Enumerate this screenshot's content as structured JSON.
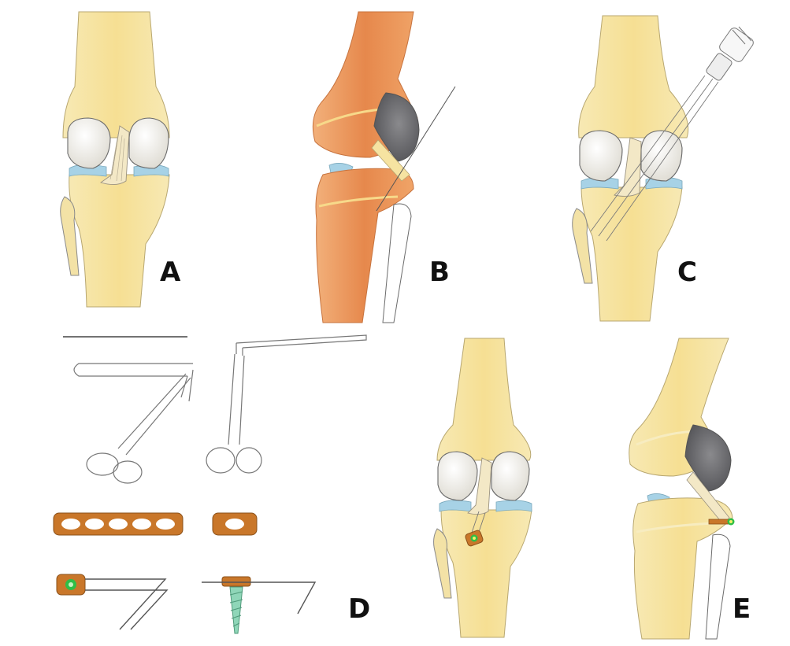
{
  "labels": {
    "a": "A",
    "b": "B",
    "c": "C",
    "d": "D",
    "e": "E"
  },
  "colors": {
    "background": "#ffffff",
    "bone_yellow": "#f6e3a1",
    "bone_orange": "#e9955a",
    "condyle_white": "#eceae4",
    "meniscus_blue": "#a7d2e6",
    "cartilage_gray": "#77777b",
    "ligament_cream": "#f3e8c6",
    "plate_brown": "#c9772a",
    "implant_green": "#2fbf46",
    "screw_green": "#8fd6b8",
    "outline": "#6b6b6b"
  }
}
